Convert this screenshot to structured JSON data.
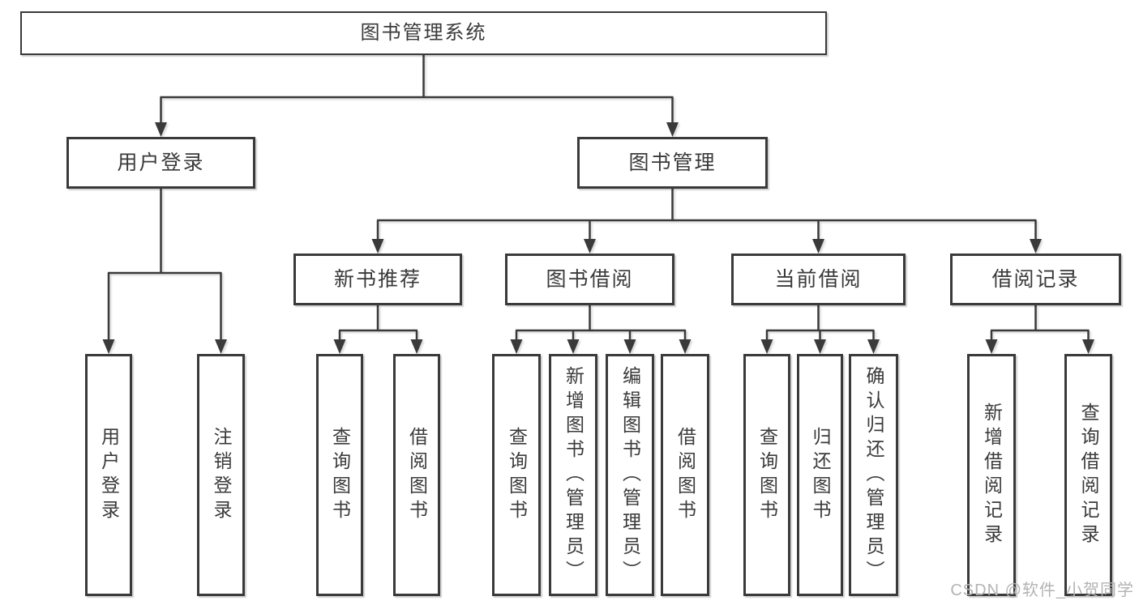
{
  "diagram": {
    "title": "图书管理系统",
    "nodes": {
      "root": "图书管理系统",
      "userLogin": "用户登录",
      "bookManagement": "图书管理",
      "newBookRec": "新书推荐",
      "bookBorrow": "图书借阅",
      "currentBorrow": "当前借阅",
      "borrowRecords": "借阅记录",
      "leafUserLogin": "用户登录",
      "leafLogout": "注销登录",
      "recQueryBook": "查询图书",
      "recBorrowBook": "借阅图书",
      "bbQueryBook": "查询图书",
      "bbAddBook": "新增图书（管理员）",
      "bbEditBook": "编辑图书（管理员）",
      "bbBorrowBook": "借阅图书",
      "cbQueryBook": "查询图书",
      "cbReturnBook": "归还图书",
      "cbConfirmReturn": "确认归还（管理员）",
      "brAddRecord": "新增借阅记录",
      "brQueryRecord": "查询借阅记录"
    },
    "edges": [
      [
        "root",
        "userLogin"
      ],
      [
        "root",
        "bookManagement"
      ],
      [
        "userLogin",
        "leafUserLogin"
      ],
      [
        "userLogin",
        "leafLogout"
      ],
      [
        "bookManagement",
        "newBookRec"
      ],
      [
        "bookManagement",
        "bookBorrow"
      ],
      [
        "bookManagement",
        "currentBorrow"
      ],
      [
        "bookManagement",
        "borrowRecords"
      ],
      [
        "newBookRec",
        "recQueryBook"
      ],
      [
        "newBookRec",
        "recBorrowBook"
      ],
      [
        "bookBorrow",
        "bbQueryBook"
      ],
      [
        "bookBorrow",
        "bbAddBook"
      ],
      [
        "bookBorrow",
        "bbEditBook"
      ],
      [
        "bookBorrow",
        "bbBorrowBook"
      ],
      [
        "currentBorrow",
        "cbQueryBook"
      ],
      [
        "currentBorrow",
        "cbReturnBook"
      ],
      [
        "currentBorrow",
        "cbConfirmReturn"
      ],
      [
        "borrowRecords",
        "brAddRecord"
      ],
      [
        "borrowRecords",
        "brQueryRecord"
      ]
    ],
    "colors": {
      "line": "#3a3a3a",
      "text": "#3a3a3a",
      "boxFill": "#ffffff",
      "background": "#ffffff",
      "watermark": "#b3b3b3"
    }
  },
  "watermark": {
    "text": "CSDN @软件_小贺同学"
  }
}
